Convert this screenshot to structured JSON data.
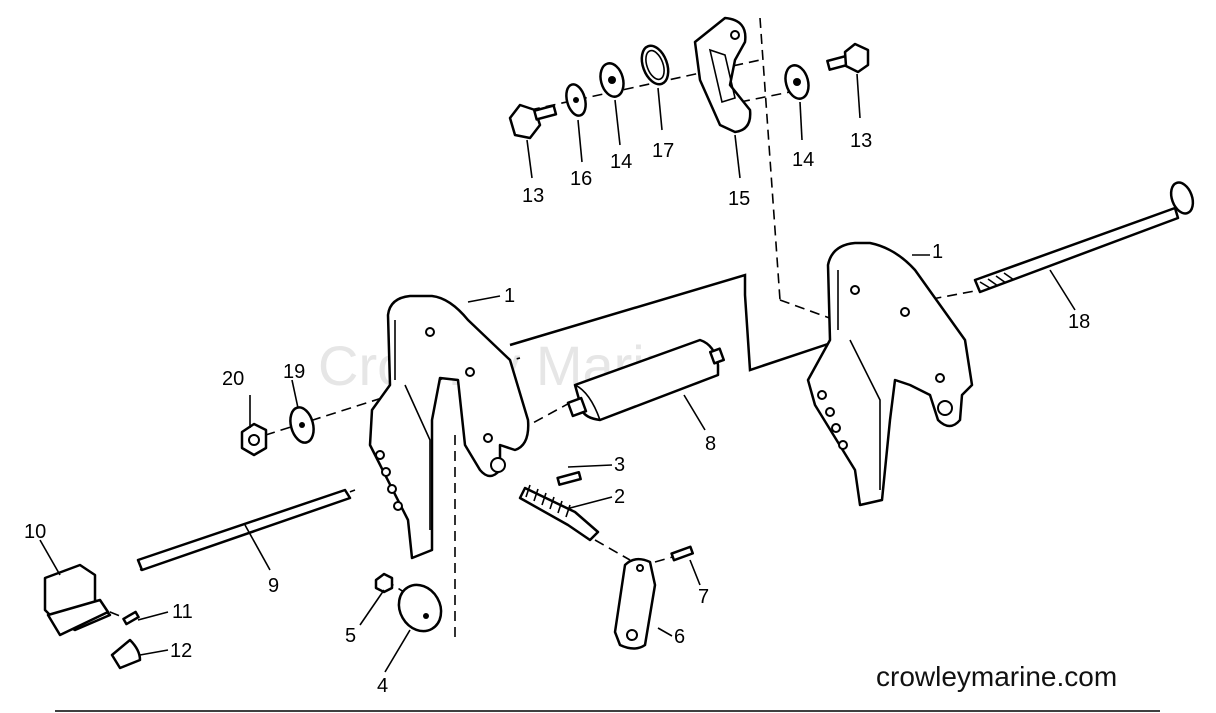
{
  "watermark": "Crowley Marine",
  "site_text": "crowleymarine.com",
  "callouts": [
    {
      "id": "c1a",
      "text": "1"
    },
    {
      "id": "c1b",
      "text": "1"
    },
    {
      "id": "c2",
      "text": "2"
    },
    {
      "id": "c3",
      "text": "3"
    },
    {
      "id": "c4",
      "text": "4"
    },
    {
      "id": "c5",
      "text": "5"
    },
    {
      "id": "c6",
      "text": "6"
    },
    {
      "id": "c7",
      "text": "7"
    },
    {
      "id": "c8",
      "text": "8"
    },
    {
      "id": "c9",
      "text": "9"
    },
    {
      "id": "c10",
      "text": "10"
    },
    {
      "id": "c11",
      "text": "11"
    },
    {
      "id": "c12",
      "text": "12"
    },
    {
      "id": "c13a",
      "text": "13"
    },
    {
      "id": "c13b",
      "text": "13"
    },
    {
      "id": "c14a",
      "text": "14"
    },
    {
      "id": "c14b",
      "text": "14"
    },
    {
      "id": "c15",
      "text": "15"
    },
    {
      "id": "c16",
      "text": "16"
    },
    {
      "id": "c17",
      "text": "17"
    },
    {
      "id": "c18",
      "text": "18"
    },
    {
      "id": "c19",
      "text": "19"
    },
    {
      "id": "c20",
      "text": "20"
    }
  ]
}
